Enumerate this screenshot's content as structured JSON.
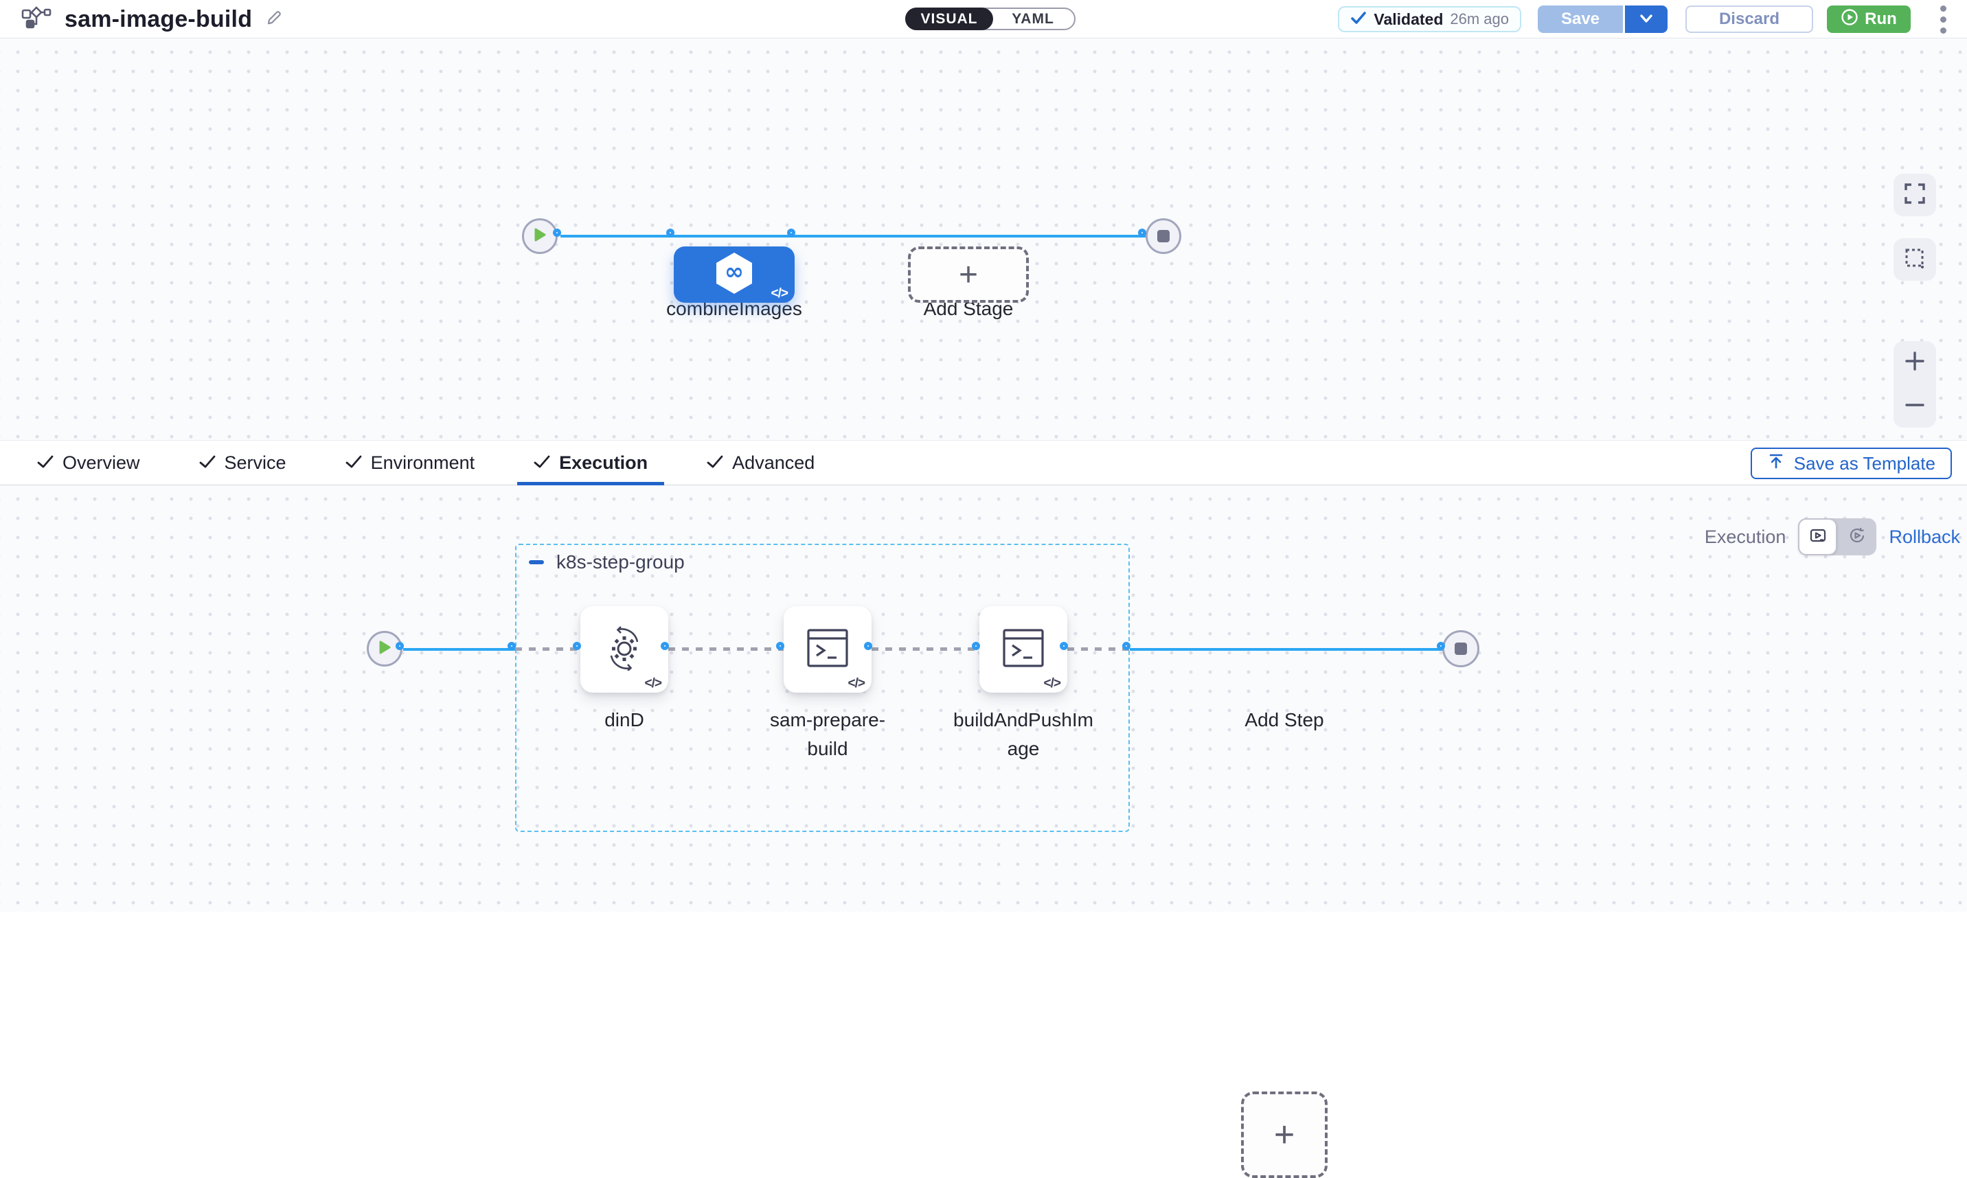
{
  "header": {
    "title": "sam-image-build",
    "view_toggle": {
      "visual_label": "VISUAL",
      "yaml_label": "YAML",
      "selected": "VISUAL"
    },
    "validated": {
      "label": "Validated",
      "time_ago": "26m ago"
    },
    "save_label": "Save",
    "discard_label": "Discard",
    "run_label": "Run"
  },
  "stage_canvas": {
    "stage": {
      "name": "combineImages"
    },
    "add_stage_label": "Add Stage"
  },
  "tabs": {
    "items": [
      {
        "label": "Overview",
        "checked": true,
        "active": false
      },
      {
        "label": "Service",
        "checked": true,
        "active": false
      },
      {
        "label": "Environment",
        "checked": true,
        "active": false
      },
      {
        "label": "Execution",
        "checked": true,
        "active": true
      },
      {
        "label": "Advanced",
        "checked": true,
        "active": false
      }
    ],
    "save_as_template_label": "Save as Template"
  },
  "execution_canvas": {
    "mode": {
      "execution_label": "Execution",
      "rollback_label": "Rollback",
      "selected": "Execution"
    },
    "step_group": {
      "label": "k8s-step-group",
      "steps": [
        {
          "label": "dinD",
          "icon": "docker-in-docker-icon"
        },
        {
          "label": "sam-prepare-build",
          "icon": "run-script-icon"
        },
        {
          "label": "buildAndPushImage",
          "icon": "run-script-icon"
        }
      ]
    },
    "add_step_label": "Add Step"
  },
  "glyphs": {
    "plus": "+",
    "code": "</>",
    "infinity": "∞"
  },
  "colors": {
    "stage_blue": "#2b76dd",
    "connector_blue": "#2ba7f3",
    "validated_check_blue": "#1f6fd0",
    "run_green": "#55b259",
    "save_disabled_blue": "#9fbde7",
    "save_caret_blue": "#2c6ed3",
    "link_blue": "#2063c9",
    "tab_underline_blue": "#2063c9",
    "group_border_cyan": "#5ac0ee",
    "start_play_green": "#6fbf50"
  }
}
